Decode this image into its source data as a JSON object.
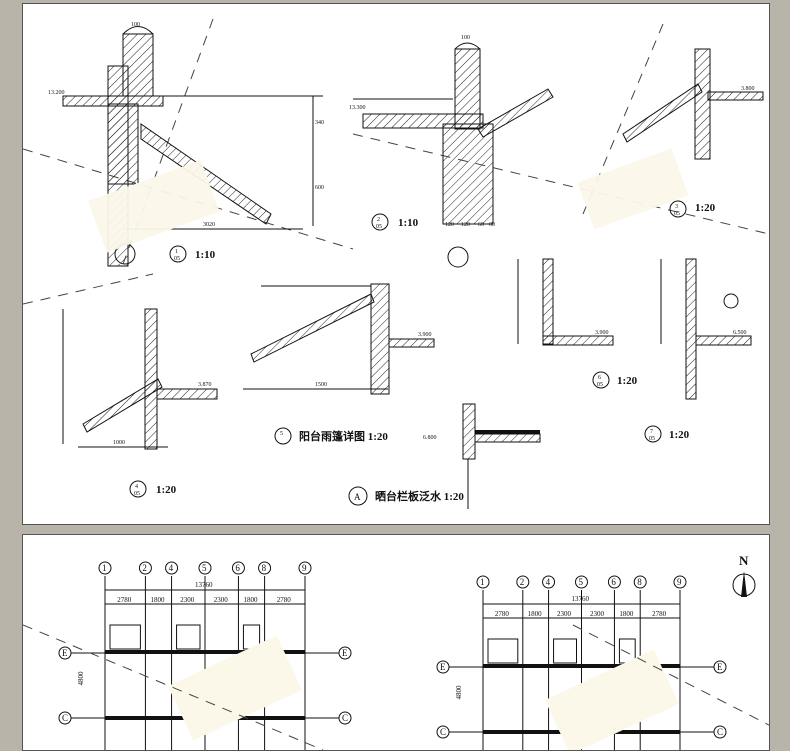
{
  "details": [
    {
      "id": "1",
      "sheet": "05",
      "scale": "1:10"
    },
    {
      "id": "2",
      "sheet": "05",
      "scale": "1:10"
    },
    {
      "id": "3",
      "sheet": "05",
      "scale": "1:20"
    },
    {
      "id": "4",
      "sheet": "05",
      "scale": "1:20"
    },
    {
      "id": "5",
      "sheet": "05",
      "title": "阳台雨篷详图 1:20"
    },
    {
      "id": "A",
      "title": "晒台栏板泛水 1:20"
    },
    {
      "id": "6",
      "sheet": "05",
      "scale": "1:20"
    },
    {
      "id": "7",
      "sheet": "05",
      "scale": "1:20"
    }
  ],
  "dims": {
    "d1_top": "100",
    "d1_elev": "13.200",
    "d1_h1": "340",
    "d1_h2": "600",
    "d1_w": "3020",
    "d2_top": "100",
    "d2_elev": "13.300",
    "d2_bottom": [
      "120",
      "120",
      "60",
      "60"
    ],
    "d3_elev": "3.800",
    "d4_w": "1000",
    "d4_elev": "3.870",
    "d5_w": "1500",
    "d5_elev": "3.900",
    "d6_elev": "3.900",
    "d7_elev": "6.500",
    "dA_elev": "6.800"
  },
  "plans": {
    "axes": [
      "1",
      "2",
      "4",
      "5",
      "6",
      "8",
      "9"
    ],
    "total": "13760",
    "spans": [
      "2780",
      "1800",
      "2300",
      "2300",
      "1800",
      "2780"
    ],
    "rows": [
      "E",
      "C"
    ],
    "row_dim": "4800",
    "north": "N"
  }
}
